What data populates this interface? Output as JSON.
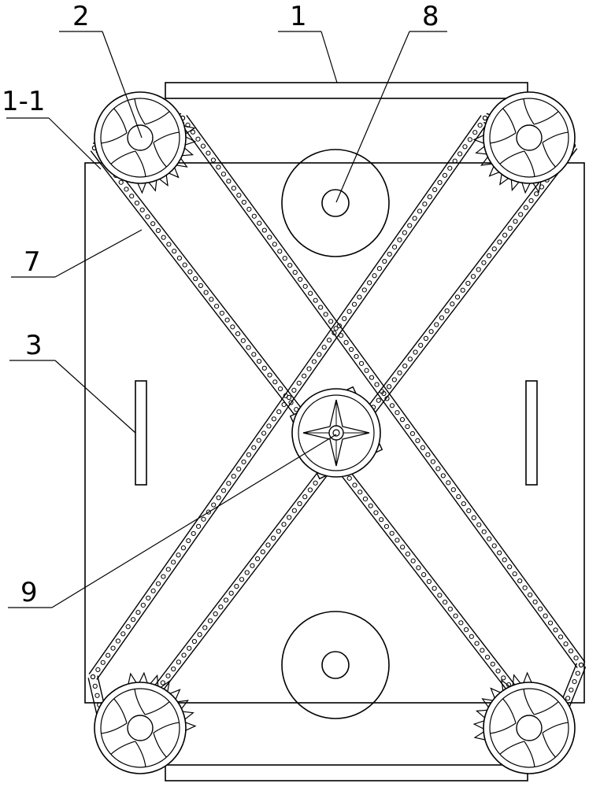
{
  "figure": {
    "reference_labels": {
      "frame": "1",
      "frame_part": "1-1",
      "sprocket": "2",
      "slot": "3",
      "chain": "7",
      "wheel": "8",
      "center_hub": "9"
    }
  }
}
